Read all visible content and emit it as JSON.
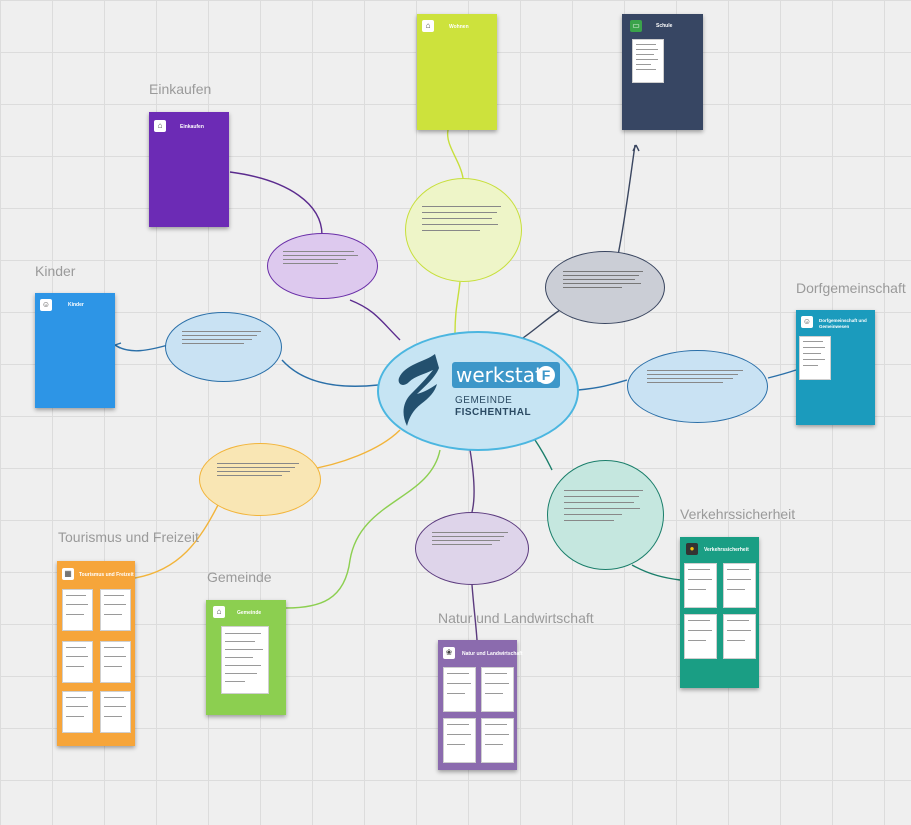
{
  "center": {
    "logo_word": "werkstatt",
    "logo_letter": "F",
    "subtitle_1": "GEMEINDE",
    "subtitle_2": "FISCHENTHAL"
  },
  "sections": {
    "einkaufen": "Einkaufen",
    "kinder": "Kinder",
    "dorfgemeinschaft": "Dorfgemeinschaft",
    "tourismus": "Tourismus und Freizeit",
    "gemeinde": "Gemeinde",
    "natur": "Natur und Landwirtschaft",
    "verkehr": "Verkehrssicherheit"
  },
  "cards": {
    "einkaufen": "Einkaufen",
    "kinder": "Kinder",
    "wohnen": "Wohnen",
    "schule": "Schule",
    "dorfgemeinschaft": "Dorfgemeinschaft und Gemeinwesen",
    "tourismus": "Tourismus und Freizeit",
    "gemeinde": "Gemeinde",
    "natur": "Natur und Landwirtschaft",
    "verkehr": "Verkehrssicherheit"
  },
  "colors": {
    "einkaufen": "#6c2bb5",
    "kinder": "#2d95e6",
    "wohnen": "#cde23c",
    "schule": "#374663",
    "dorfgemeinschaft": "#1b9bbd",
    "tourismus": "#f6a53a",
    "gemeinde": "#8ccf50",
    "natur": "#8b6bae",
    "verkehr": "#1a9e84",
    "center_fill": "#c6e4f3",
    "center_border": "#4bb6e0"
  }
}
